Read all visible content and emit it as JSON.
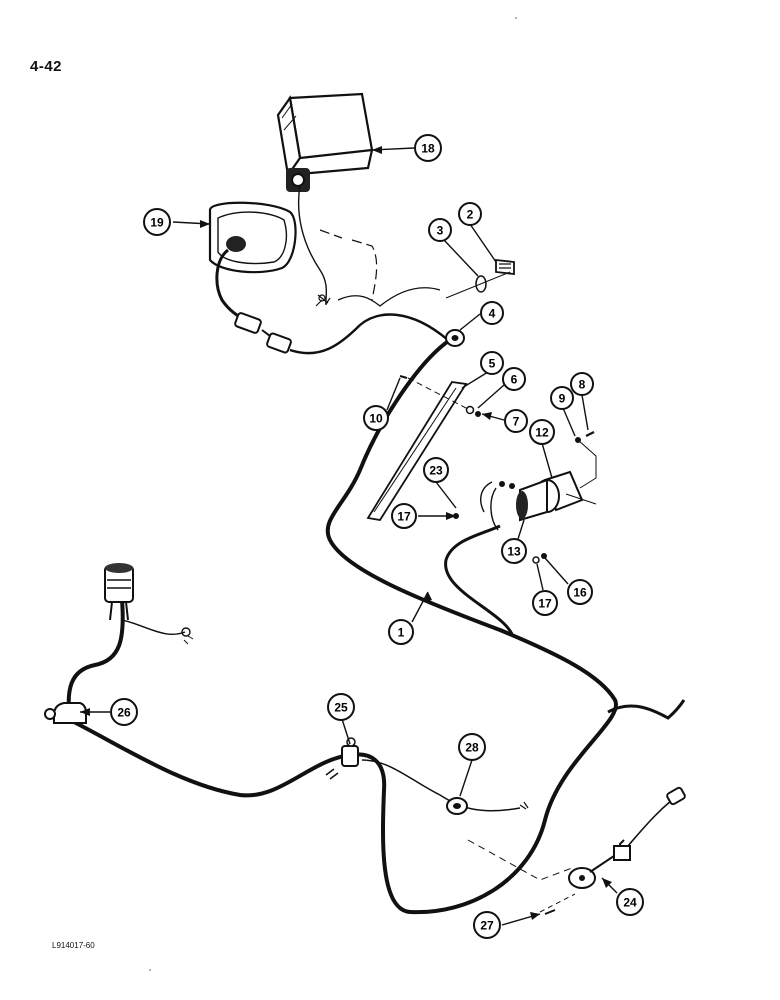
{
  "page": {
    "number": "4-42",
    "figure_code": "L914017-60"
  },
  "callouts": [
    {
      "id": "c18",
      "label": "18"
    },
    {
      "id": "c19",
      "label": "19"
    },
    {
      "id": "c2",
      "label": "2"
    },
    {
      "id": "c3",
      "label": "3"
    },
    {
      "id": "c4",
      "label": "4"
    },
    {
      "id": "c5",
      "label": "5"
    },
    {
      "id": "c6",
      "label": "6"
    },
    {
      "id": "c7",
      "label": "7"
    },
    {
      "id": "c8",
      "label": "8"
    },
    {
      "id": "c9",
      "label": "9"
    },
    {
      "id": "c10",
      "label": "10"
    },
    {
      "id": "c12",
      "label": "12"
    },
    {
      "id": "c23",
      "label": "23"
    },
    {
      "id": "c17a",
      "label": "17"
    },
    {
      "id": "c13",
      "label": "13"
    },
    {
      "id": "c16",
      "label": "16"
    },
    {
      "id": "c17b",
      "label": "17"
    },
    {
      "id": "c1",
      "label": "1"
    },
    {
      "id": "c26",
      "label": "26"
    },
    {
      "id": "c25",
      "label": "25"
    },
    {
      "id": "c28",
      "label": "28"
    },
    {
      "id": "c24",
      "label": "24"
    },
    {
      "id": "c27",
      "label": "27"
    }
  ]
}
